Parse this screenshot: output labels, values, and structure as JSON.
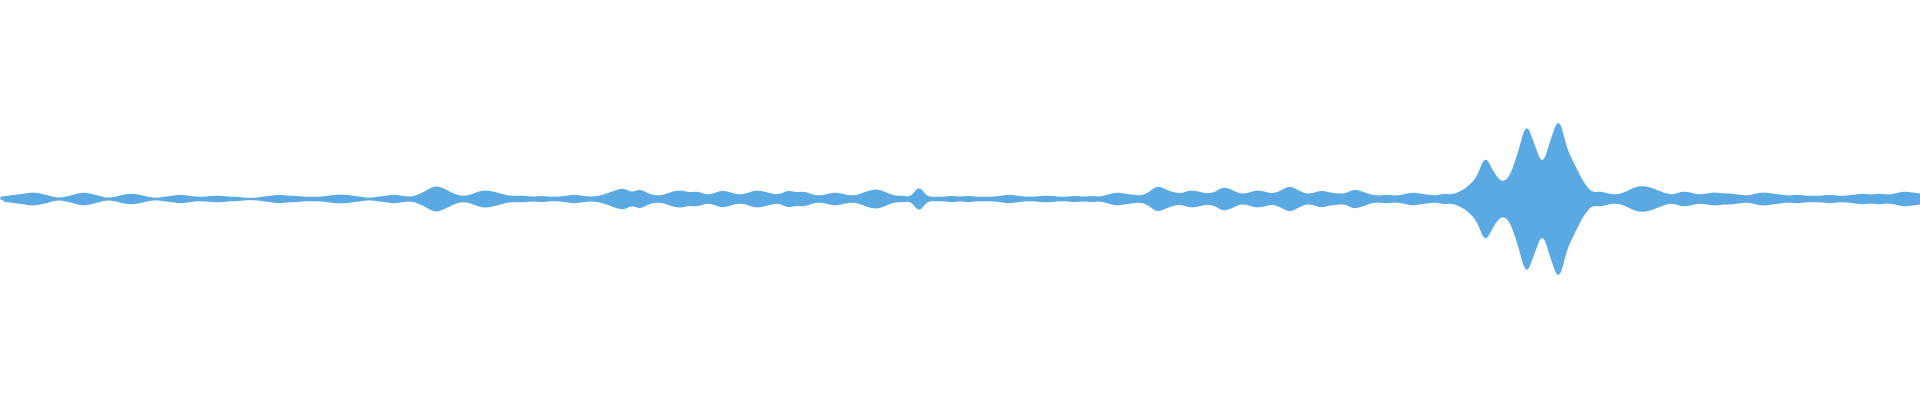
{
  "waveform": {
    "color": "#5aa9e2",
    "background": "#ffffff",
    "peaks": [
      0.02,
      0.03,
      0.04,
      0.05,
      0.06,
      0.05,
      0.03,
      0.01,
      0.02,
      0.04,
      0.06,
      0.05,
      0.03,
      0.01,
      0.02,
      0.04,
      0.05,
      0.04,
      0.02,
      0.01,
      0.02,
      0.03,
      0.04,
      0.03,
      0.02,
      0.02,
      0.03,
      0.03,
      0.02,
      0.02,
      0.01,
      0.01,
      0.02,
      0.03,
      0.04,
      0.03,
      0.03,
      0.02,
      0.02,
      0.02,
      0.03,
      0.04,
      0.04,
      0.03,
      0.02,
      0.01,
      0.02,
      0.03,
      0.04,
      0.03,
      0.02,
      0.04,
      0.08,
      0.12,
      0.1,
      0.06,
      0.03,
      0.03,
      0.06,
      0.08,
      0.07,
      0.05,
      0.03,
      0.03,
      0.03,
      0.02,
      0.03,
      0.02,
      0.02,
      0.03,
      0.04,
      0.03,
      0.02,
      0.03,
      0.05,
      0.08,
      0.1,
      0.06,
      0.09,
      0.05,
      0.03,
      0.04,
      0.07,
      0.08,
      0.06,
      0.07,
      0.04,
      0.05,
      0.08,
      0.06,
      0.04,
      0.05,
      0.08,
      0.07,
      0.05,
      0.04,
      0.08,
      0.06,
      0.07,
      0.04,
      0.03,
      0.05,
      0.06,
      0.04,
      0.03,
      0.05,
      0.08,
      0.09,
      0.06,
      0.03,
      0.03,
      0.02,
      0.12,
      0.02,
      0.02,
      0.02,
      0.03,
      0.02,
      0.03,
      0.02,
      0.02,
      0.02,
      0.03,
      0.04,
      0.03,
      0.02,
      0.02,
      0.03,
      0.03,
      0.02,
      0.02,
      0.03,
      0.02,
      0.03,
      0.02,
      0.04,
      0.06,
      0.05,
      0.04,
      0.03,
      0.06,
      0.12,
      0.09,
      0.06,
      0.05,
      0.08,
      0.07,
      0.05,
      0.06,
      0.11,
      0.09,
      0.05,
      0.05,
      0.08,
      0.07,
      0.05,
      0.07,
      0.12,
      0.09,
      0.05,
      0.05,
      0.08,
      0.06,
      0.05,
      0.05,
      0.09,
      0.07,
      0.04,
      0.03,
      0.04,
      0.03,
      0.04,
      0.06,
      0.05,
      0.04,
      0.03,
      0.05,
      0.04,
      0.07,
      0.12,
      0.2,
      0.4,
      0.25,
      0.15,
      0.2,
      0.42,
      0.7,
      0.5,
      0.3,
      0.55,
      0.75,
      0.45,
      0.3,
      0.15,
      0.06,
      0.07,
      0.05,
      0.04,
      0.06,
      0.1,
      0.12,
      0.11,
      0.08,
      0.05,
      0.04,
      0.07,
      0.06,
      0.04,
      0.05,
      0.06,
      0.05,
      0.05,
      0.04,
      0.03,
      0.05,
      0.06,
      0.05,
      0.04,
      0.03,
      0.04,
      0.03,
      0.03,
      0.03,
      0.04,
      0.03,
      0.03,
      0.04,
      0.05,
      0.04,
      0.05,
      0.04,
      0.05,
      0.07,
      0.06,
      0.05
    ]
  }
}
